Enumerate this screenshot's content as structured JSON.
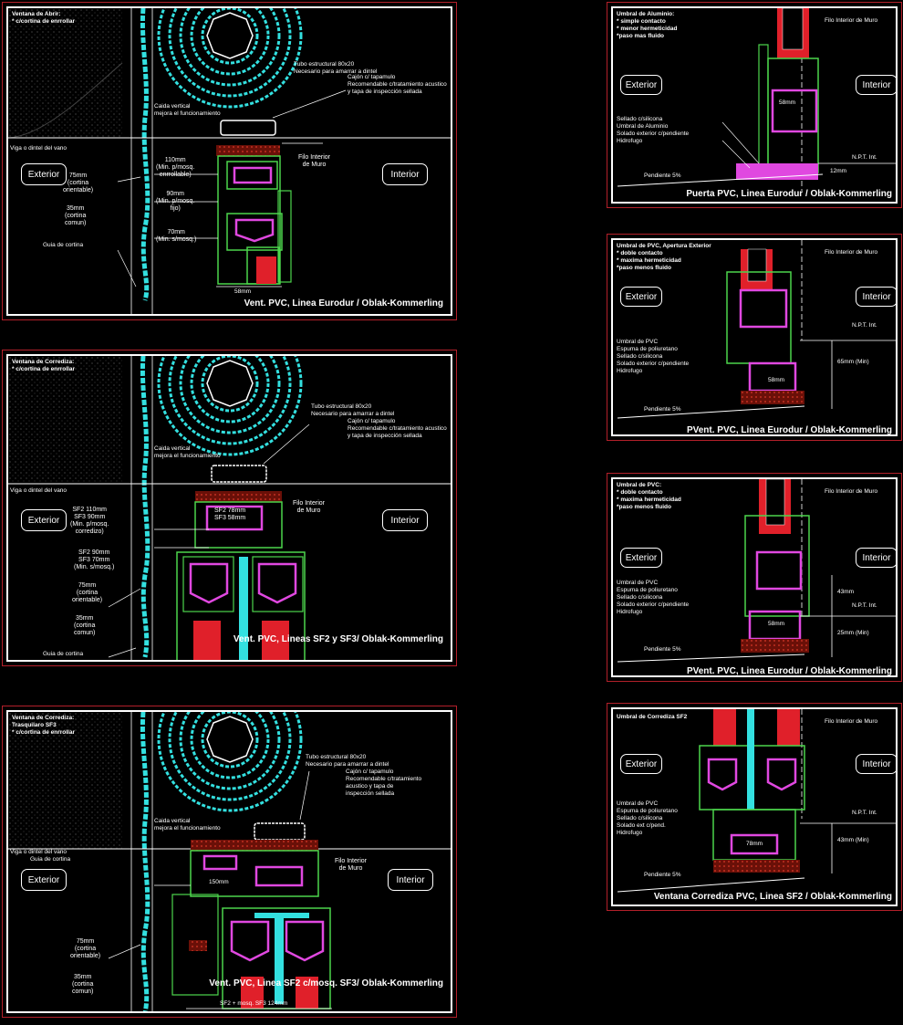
{
  "colors": {
    "frame": "#b3202a",
    "border": "#ffffff",
    "curtain": "#33e0e0",
    "pvc": "#4cd64c",
    "gasket": "#e048e0",
    "steel": "#e0202a",
    "brick": "#9c1a10"
  },
  "p1": {
    "header": "Ventana de Abrir:\n* c/cortina de enrrollar",
    "exterior": "Exterior",
    "interior": "Interior",
    "title": "Vent. PVC, Linea Eurodur / Oblak-Kommerling",
    "tube": "Tubo estructural 80x20\nNecesario para amarrar a dintel",
    "cajon": "Cajón c/ tapamulo\nRecomendable c/tratamiento acustico\ny tapa de inspección sellada",
    "caida": "Caida vertical\nmejora el funcionamiento",
    "viga": "Viga o dintel del vano",
    "filo": "Filo Interior\nde Muro",
    "d110": "110mm\n(Min. p/mosq.\nenrrollable)",
    "d90": "90mm\n(Min. p/mosq.\nfijo)",
    "d70": "70mm\n(Min. s/mosq.)",
    "d75": "75mm\n(cortina\norientable)",
    "d35": "35mm\n(cortina\ncomun)",
    "guia": "Guia de cortina",
    "d58": "58mm"
  },
  "p2": {
    "header": "Ventana de Corrediza:\n* c/cortina de enrrollar",
    "exterior": "Exterior",
    "interior": "Interior",
    "title": "Vent. PVC, Lineas SF2 y SF3/\nOblak-Kommerling",
    "tube": "Tubo estructural 80x20\nNecesario para amarrar a dintel",
    "cajon": "Cajón c/ tapamulo\nRecomendable c/tratamiento acustico\ny tapa de inspección sellada",
    "caida": "Caida vertical\nmejora el funcionamiento",
    "viga": "Viga o dintel del vano",
    "filo": "Filo Interior\nde Muro",
    "sf": "SF2 78mm\nSF3 58mm",
    "d110": "SF2 110mm\nSF3 90mm\n(Min. p/mosq.\ncorredizo)",
    "d90": "SF2 90mm\nSF3 70mm\n(Min. s/mosq.)",
    "d75": "75mm\n(cortina\norientable)",
    "d35": "35mm\n(cortina\ncomun)",
    "guia": "Guia de cortina"
  },
  "p3": {
    "header": "Ventana de Corrediza:\nTrasquilaro SF3\n* c/cortina de enrrollar",
    "exterior": "Exterior",
    "interior": "Interior",
    "title": "Vent. PVC,\nLinea SF2 c/mosq. SF3/\nOblak-Kommerling",
    "tube": "Tubo estructural 80x20\nNecesario para amarrar a dintel",
    "cajon": "Cajón c/ tapamulo\nRecomendable c/tratamiento\nacustico y tapa de\ninspección sellada",
    "caida": "Caida vertical\nmejora el funcionamiento",
    "viga": "Viga o dintel del vano",
    "guia": "Guia de cortina",
    "filo": "Filo Interior\nde Muro",
    "d150": "150mm",
    "d75": "75mm\n(cortina\norientable)",
    "d35": "35mm\n(cortina\ncomun)",
    "dim": "SF2 + mosq. SF3 124mm"
  },
  "r1": {
    "header": "Umbral de Aluminio:\n* simple contacto\n* menor hermeticidad\n*paso mas fluido",
    "filo": "Filo Interior de Muro",
    "exterior": "Exterior",
    "interior": "Interior",
    "title": "Puerta PVC, Linea Eurodur / Oblak-Kommerling",
    "d58": "58mm",
    "npt": "N.P.T. Int.",
    "d12": "12mm",
    "labels": "Sellado c/silicona\nUmbral de Aluminio\nSolado exterior c/pendiente\nHidrofugo",
    "pend": "Pendiente 5%"
  },
  "r2": {
    "header": "Umbral de PVC, Apertura Exterior\n* doble contacto\n* maxima hermeticidad\n*paso menos fluido",
    "filo": "Filo Interior de Muro",
    "exterior": "Exterior",
    "interior": "Interior",
    "title": "PVent. PVC, Linea Eurodur / Oblak-Kommerling",
    "d58": "58mm",
    "npt": "N.P.T. Int.",
    "d65": "65mm (Min)",
    "labels": "Umbral de PVC\nEspuma de poliuretano\nSellado c/silicona\nSolado exterior c/pendiente\nHidrofugo",
    "pend": "Pendiente 5%"
  },
  "r3": {
    "header": "Umbral de PVC:\n* doble contacto\n* maxima hermeticidad\n*paso menos fluido",
    "filo": "Filo Interior de Muro",
    "exterior": "Exterior",
    "interior": "Interior",
    "title": "PVent. PVC, Linea Eurodur / Oblak-Kommerling",
    "d58": "58mm",
    "npt": "N.P.T. Int.",
    "d43": "43mm",
    "d25": "25mm (Min)",
    "labels": "Umbral de PVC\nEspuma de poliuretano\nSellado c/silicona\nSolado exterior c/pendiente\nHidrofugo",
    "pend": "Pendiente 5%"
  },
  "r4": {
    "header": "Umbral de Corrediza SF2",
    "filo": "Filo Interior de Muro",
    "exterior": "Exterior",
    "interior": "Interior",
    "title": "Ventana Corrediza PVC, Linea SF2 / Oblak-Kommerling",
    "d78": "78mm",
    "npt": "N.P.T. Int.",
    "d43": "43mm (Min)",
    "labels": "Umbral de PVC\nEspuma de poliuretano\nSellado c/silicona\nSolado ext c/pend.\nHidrofugo",
    "pend": "Pendiente 5%"
  }
}
